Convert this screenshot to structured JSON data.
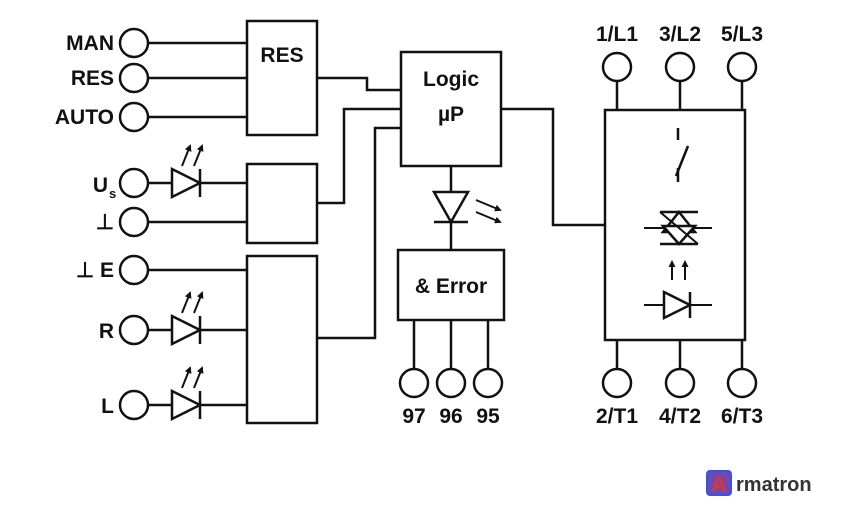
{
  "inputs": {
    "man": "MAN",
    "res": "RES",
    "auto": "AUTO",
    "us_main": "U",
    "us_sub": "s",
    "ground": "⊥",
    "ground_e": "⊥ E",
    "r": "R",
    "l": "L"
  },
  "blocks": {
    "res_label": "RES",
    "logic_line1": "Logic",
    "logic_line2": "µP",
    "error_label": "& Error"
  },
  "outputs": {
    "relay_terminals": [
      "97",
      "96",
      "95"
    ],
    "line_terminals": [
      "1/L1",
      "3/L2",
      "5/L3"
    ],
    "load_terminals": [
      "2/T1",
      "4/T2",
      "6/T3"
    ]
  },
  "brand": {
    "logo_letter": "A",
    "name": "rmatron",
    "logo_color": "#3355ee",
    "logo_accent": "#e8322d"
  }
}
